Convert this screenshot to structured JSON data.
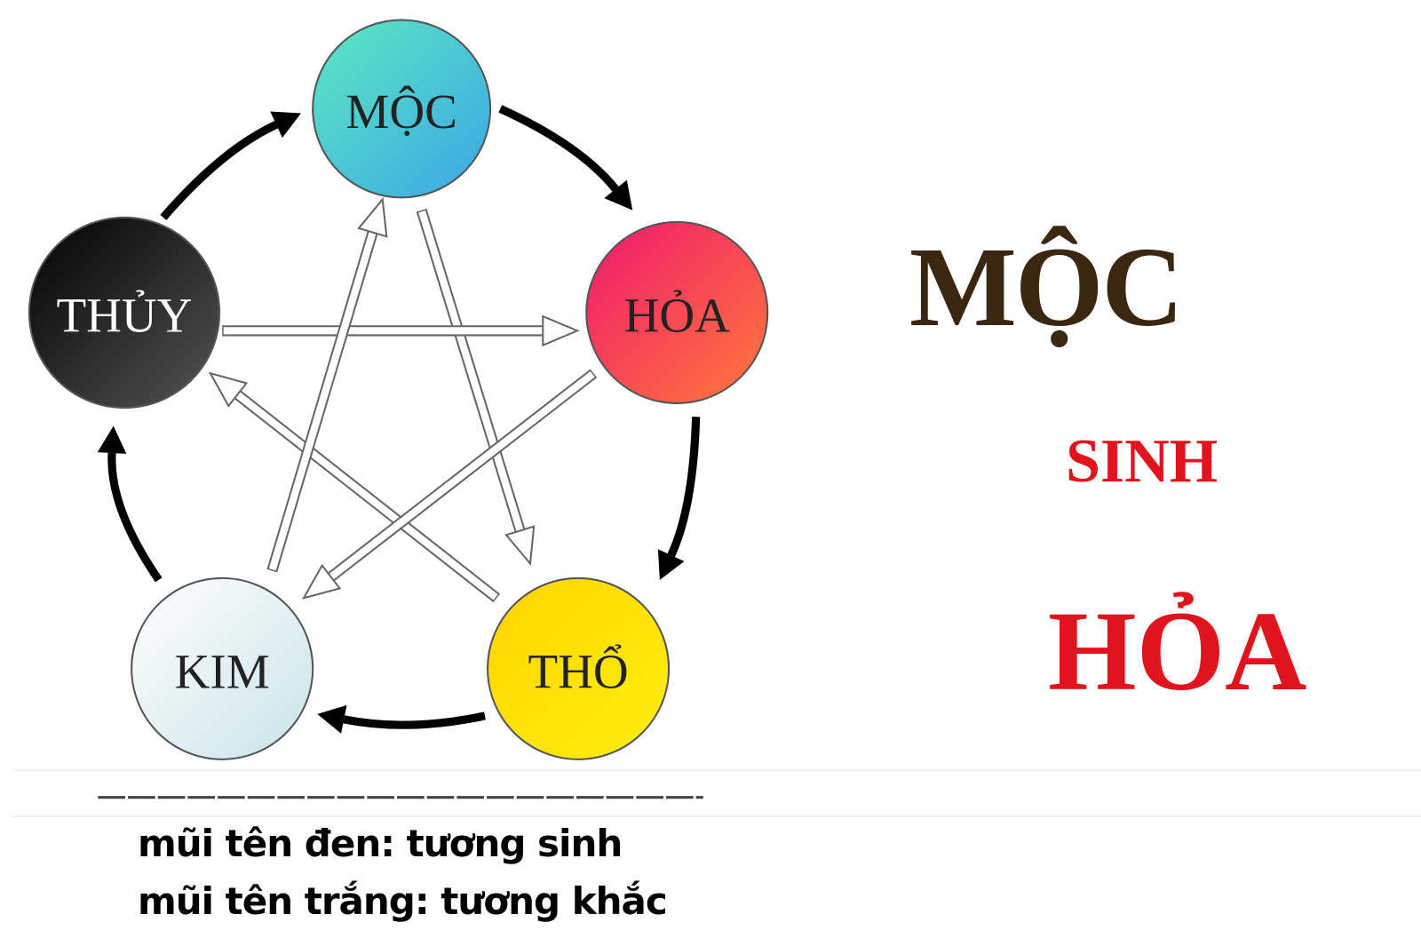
{
  "diagram": {
    "elements": [
      {
        "id": "moc",
        "label": "MỘC",
        "text_color": "#222222",
        "gradient": [
          "#5de8c0",
          "#3aa6e8"
        ]
      },
      {
        "id": "hoa",
        "label": "HỎA",
        "text_color": "#222222",
        "gradient": [
          "#f0186e",
          "#ff7a3a"
        ]
      },
      {
        "id": "tho",
        "label": "THỔ",
        "text_color": "#222222",
        "gradient": [
          "#ffd400",
          "#ffee10"
        ]
      },
      {
        "id": "kim",
        "label": "KIM",
        "text_color": "#222222",
        "gradient": [
          "#ffffff",
          "#c9e3ea"
        ]
      },
      {
        "id": "thuy",
        "label": "THỦY",
        "text_color": "#ffffff",
        "gradient": [
          "#000000",
          "#555555"
        ]
      }
    ],
    "generating_cycle": [
      [
        "thuy",
        "moc"
      ],
      [
        "moc",
        "hoa"
      ],
      [
        "hoa",
        "tho"
      ],
      [
        "tho",
        "kim"
      ],
      [
        "kim",
        "thuy"
      ]
    ],
    "overcoming_cycle": [
      [
        "moc",
        "tho"
      ],
      [
        "tho",
        "thuy"
      ],
      [
        "thuy",
        "hoa"
      ],
      [
        "hoa",
        "kim"
      ],
      [
        "kim",
        "moc"
      ]
    ]
  },
  "headline": {
    "subject": "MỘC",
    "verb": "SINH",
    "object": "HỎA",
    "subject_color": "#3b2612",
    "accent_color": "#e0141c"
  },
  "legend": {
    "black_arrow": "mũi tên đen: tương sinh",
    "white_arrow": "mũi tên trắng: tương khắc"
  }
}
